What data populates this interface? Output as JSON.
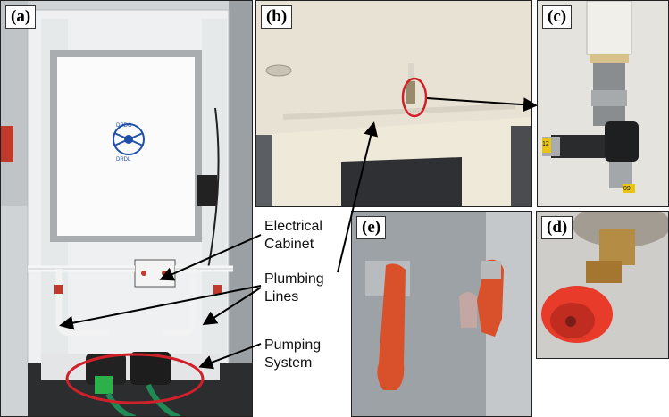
{
  "panels": {
    "a": {
      "tag": "(a)"
    },
    "b": {
      "tag": "(b)"
    },
    "c": {
      "tag": "(c)"
    },
    "d": {
      "tag": "(d)"
    },
    "e": {
      "tag": "(e)"
    }
  },
  "logo": {
    "top_text": "DRDO",
    "bottom_text": "DRDL"
  },
  "labels": {
    "electrical_line1": "Electrical",
    "electrical_line2": "Cabinet",
    "plumbing_line1": "Plumbing",
    "plumbing_line2": "Lines",
    "pumping_line1": "Pumping",
    "pumping_line2": "System"
  },
  "fitting_marks": [
    "12",
    "09"
  ],
  "colors": {
    "highlight_circle": "#d0202a",
    "glove": "#d9512a",
    "nozzle": "#e83b2a",
    "hose": "#1f8a55",
    "pump": "#222222"
  }
}
